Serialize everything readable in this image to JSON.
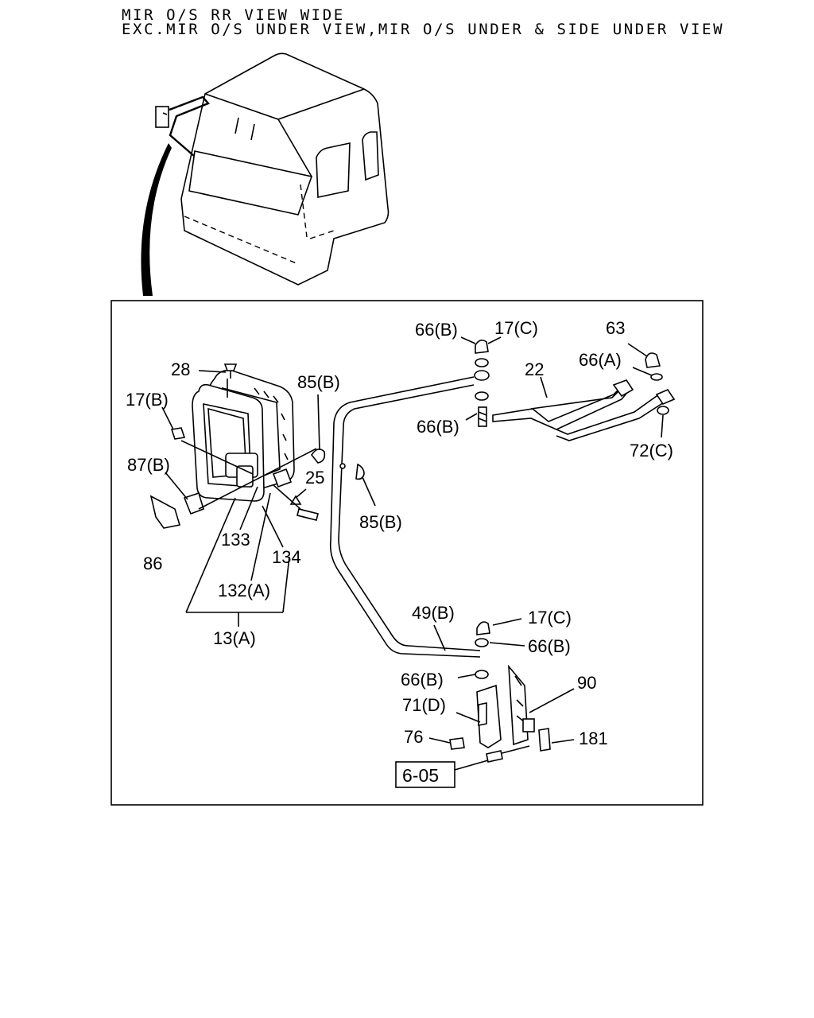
{
  "header": {
    "line1": "MIR O/S RR VIEW WIDE",
    "line2": "EXC.MIR O/S UNDER VIEW,MIR O/S UNDER & SIDE UNDER VIEW"
  },
  "callouts": {
    "c28": "28",
    "c17b": "17(B)",
    "c87b": "87(B)",
    "c86": "86",
    "c85b_top": "85(B)",
    "c25": "25",
    "c85b_mid": "85(B)",
    "c133": "133",
    "c134": "134",
    "c132a": "132(A)",
    "c13a": "13(A)",
    "c66b_1": "66(B)",
    "c17c_1": "17(C)",
    "c63": "63",
    "c22": "22",
    "c66a": "66(A)",
    "c66b_2": "66(B)",
    "c72c": "72(C)",
    "c49b": "49(B)",
    "c17c_2": "17(C)",
    "c66b_3": "66(B)",
    "c66b_4": "66(B)",
    "c90": "90",
    "c71d": "71(D)",
    "c76": "76",
    "c181": "181"
  },
  "reference": {
    "page_ref": "6-05"
  }
}
